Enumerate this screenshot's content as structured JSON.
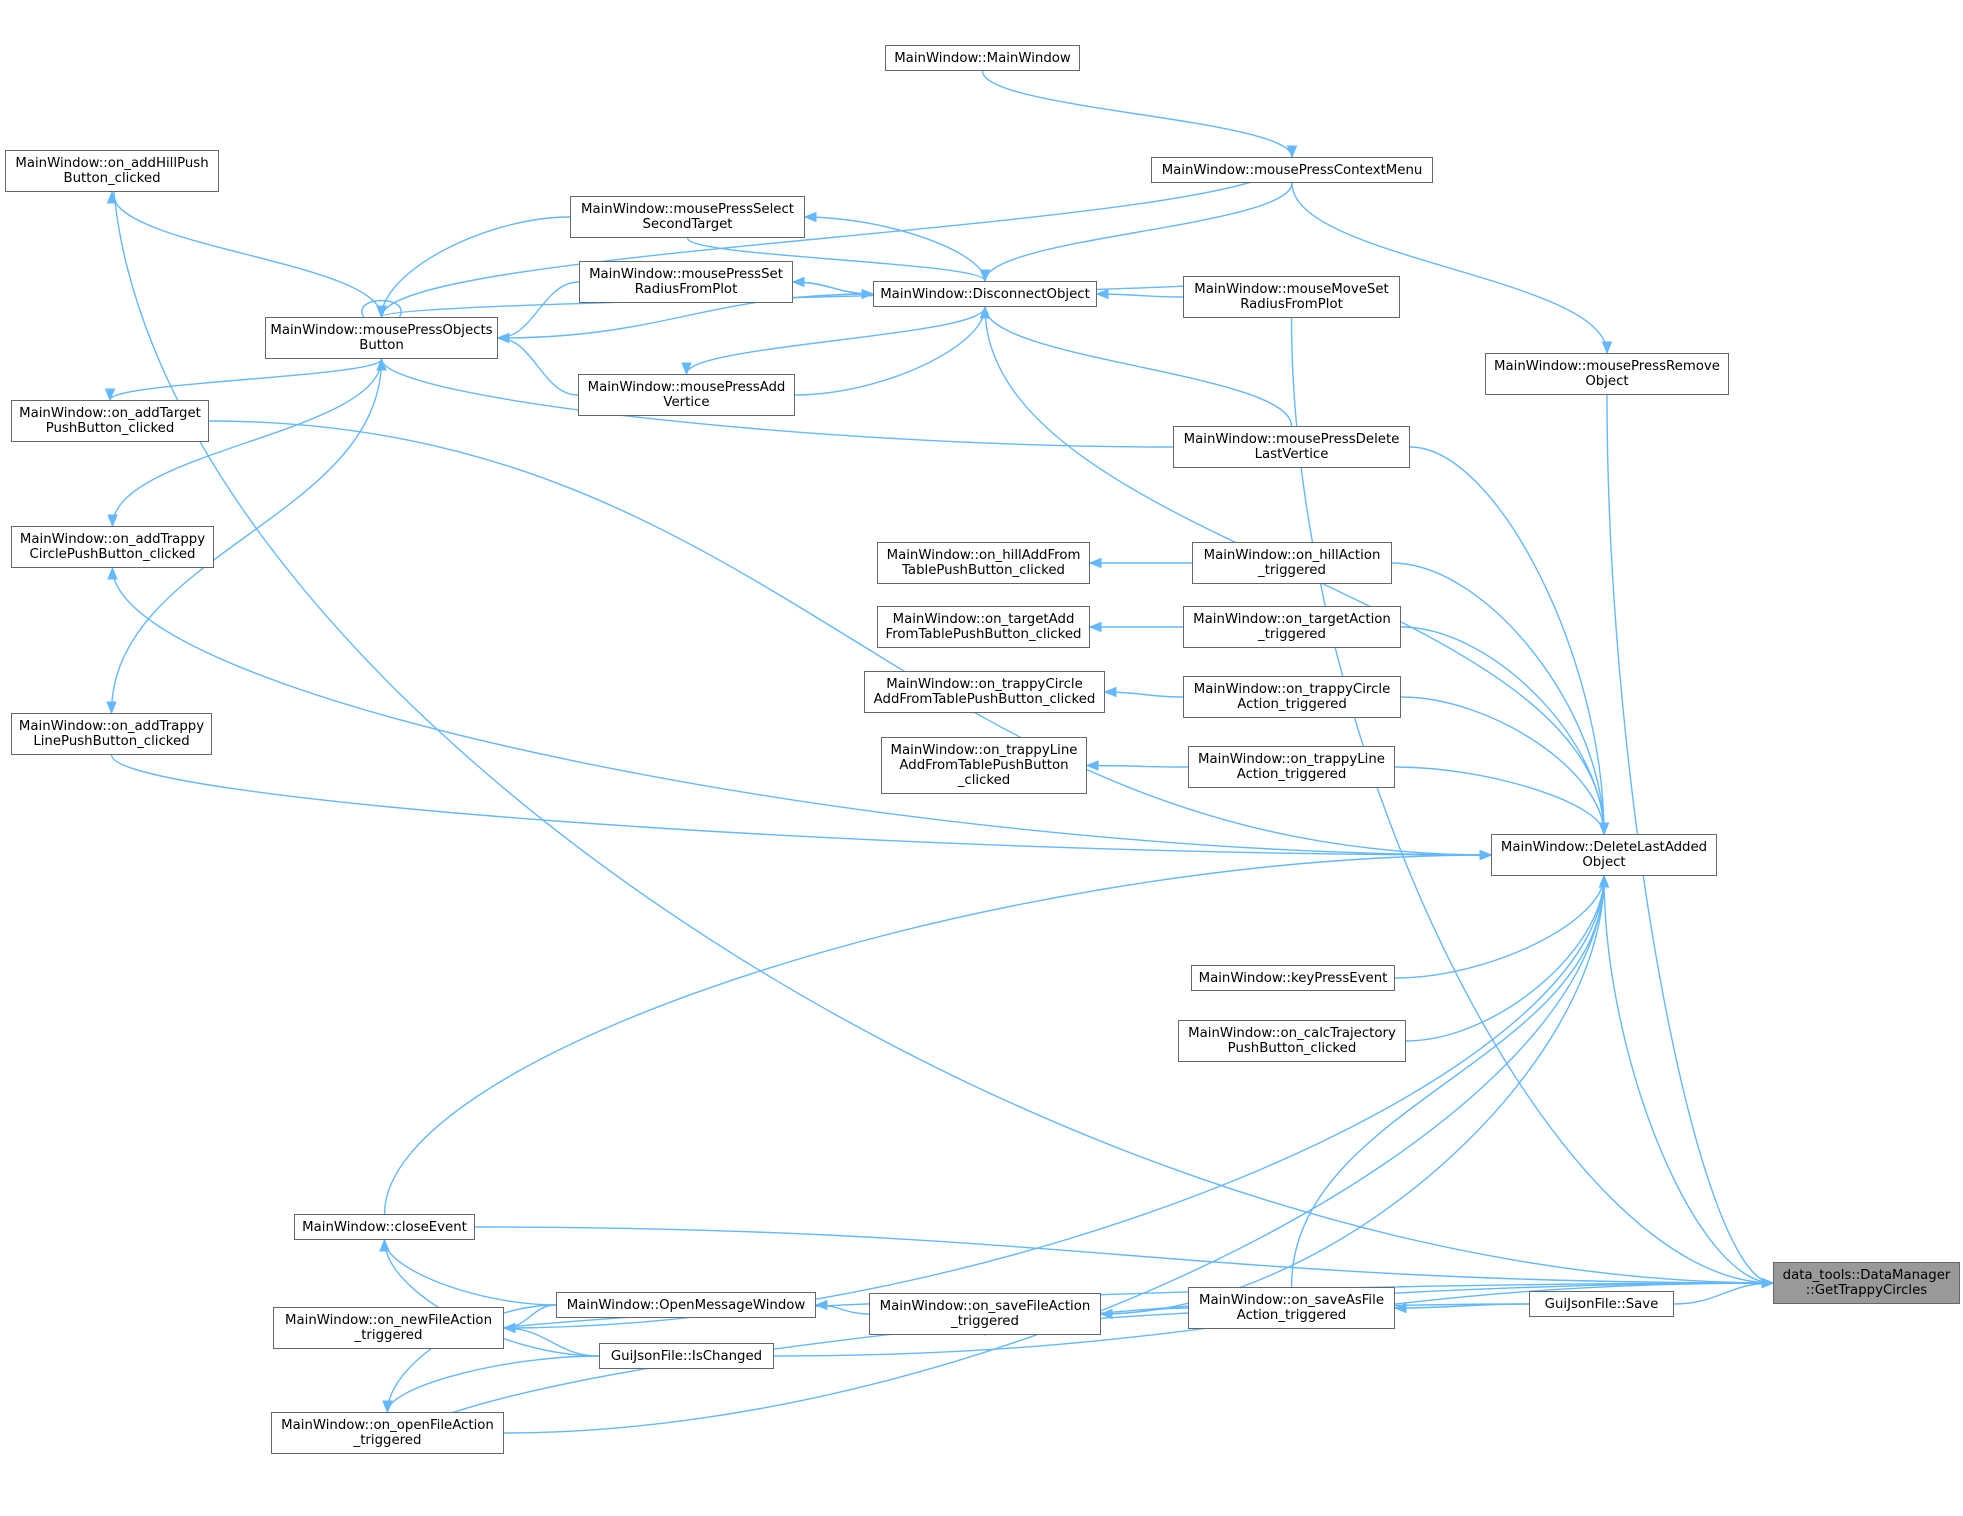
{
  "colors": {
    "edge": "#63b8ff",
    "node_border": "#666666",
    "focus_fill": "#999999",
    "background": "#ffffff"
  },
  "nodes": {
    "on_addHillPushButton_clicked": "MainWindow::on_addHillPush\nButton_clicked",
    "on_addTargetPushButton_clicked": "MainWindow::on_addTarget\nPushButton_clicked",
    "on_addTrappyCirclePushButton_clicked": "MainWindow::on_addTrappy\nCirclePushButton_clicked",
    "on_addTrappyLinePushButton_clicked": "MainWindow::on_addTrappy\nLinePushButton_clicked",
    "mousePressObjectsButton": "MainWindow::mousePressObjects\nButton",
    "closeEvent": "MainWindow::closeEvent",
    "on_newFileAction_triggered": "MainWindow::on_newFileAction\n_triggered",
    "on_openFileAction_triggered": "MainWindow::on_openFileAction\n_triggered",
    "mousePressSelectSecondTarget": "MainWindow::mousePressSelect\nSecondTarget",
    "mousePressSetRadiusFromPlot": "MainWindow::mousePressSet\nRadiusFromPlot",
    "mousePressAddVertice": "MainWindow::mousePressAdd\nVertice",
    "OpenMessageWindow": "MainWindow::OpenMessageWindow",
    "IsChanged": "GuiJsonFile::IsChanged",
    "MainWindowCtor": "MainWindow::MainWindow",
    "DisconnectObject": "MainWindow::DisconnectObject",
    "on_hillAddFromTablePushButton_clicked": "MainWindow::on_hillAddFrom\nTablePushButton_clicked",
    "on_targetAddFromTablePushButton_clicked": "MainWindow::on_targetAdd\nFromTablePushButton_clicked",
    "on_trappyCircleAddFromTablePushButton_clicked": "MainWindow::on_trappyCircle\nAddFromTablePushButton_clicked",
    "on_trappyLineAddFromTablePushButton_clicked": "MainWindow::on_trappyLine\nAddFromTablePushButton\n_clicked",
    "on_saveFileAction_triggered": "MainWindow::on_saveFileAction\n_triggered",
    "mousePressContextMenu": "MainWindow::mousePressContextMenu",
    "mouseMoveSetRadiusFromPlot": "MainWindow::mouseMoveSet\nRadiusFromPlot",
    "mousePressDeleteLastVertice": "MainWindow::mousePressDelete\nLastVertice",
    "on_hillAction_triggered": "MainWindow::on_hillAction\n_triggered",
    "on_targetAction_triggered": "MainWindow::on_targetAction\n_triggered",
    "on_trappyCircleAction_triggered": "MainWindow::on_trappyCircle\nAction_triggered",
    "on_trappyLineAction_triggered": "MainWindow::on_trappyLine\nAction_triggered",
    "keyPressEvent": "MainWindow::keyPressEvent",
    "on_calcTrajectoryPushButton_clicked": "MainWindow::on_calcTrajectory\nPushButton_clicked",
    "on_saveAsFileAction_triggered": "MainWindow::on_saveAsFile\nAction_triggered",
    "DeleteLastAddedObject": "MainWindow::DeleteLastAdded\nObject",
    "Save": "GuiJsonFile::Save",
    "mousePressRemoveObject": "MainWindow::mousePressRemove\nObject",
    "GetTrappyCircles": "data_tools::DataManager\n::GetTrappyCircles"
  }
}
